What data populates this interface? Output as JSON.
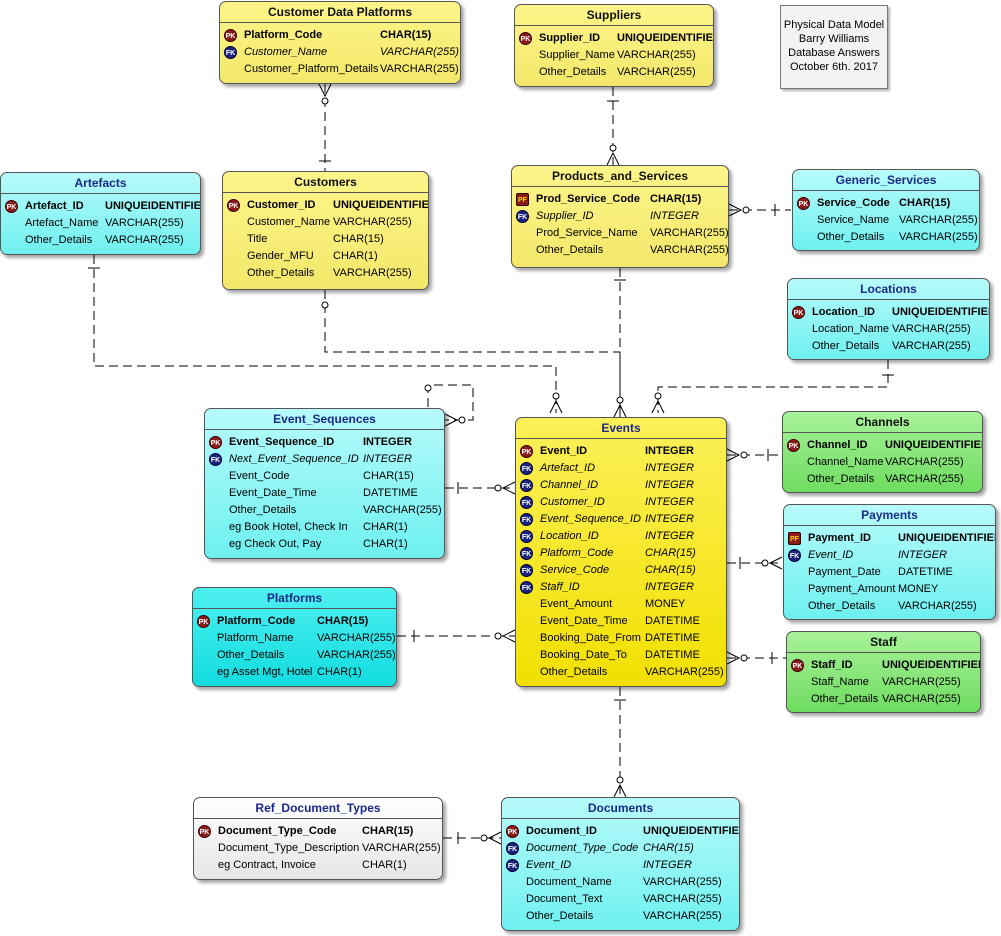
{
  "note": {
    "lines": [
      "Physical Data Model",
      "Barry Williams",
      "Database Answers",
      "October 6th. 2017"
    ]
  },
  "entities": {
    "customer_data_platforms": {
      "title": "Customer Data Platforms",
      "attrs": [
        {
          "key": "PK",
          "name": "Platform_Code",
          "type": "CHAR(15)"
        },
        {
          "key": "FK",
          "name": "Customer_Name",
          "type": "VARCHAR(255)"
        },
        {
          "key": "",
          "name": "Customer_Platform_Details",
          "type": "VARCHAR(255)"
        }
      ]
    },
    "suppliers": {
      "title": "Suppliers",
      "attrs": [
        {
          "key": "PK",
          "name": "Supplier_ID",
          "type": "UNIQUEIDENTIFIER"
        },
        {
          "key": "",
          "name": "Supplier_Name",
          "type": "VARCHAR(255)"
        },
        {
          "key": "",
          "name": "Other_Details",
          "type": "VARCHAR(255)"
        }
      ]
    },
    "artefacts": {
      "title": "Artefacts",
      "attrs": [
        {
          "key": "PK",
          "name": "Artefact_ID",
          "type": "UNIQUEIDENTIFIER"
        },
        {
          "key": "",
          "name": "Artefact_Name",
          "type": "VARCHAR(255)"
        },
        {
          "key": "",
          "name": "Other_Details",
          "type": "VARCHAR(255)"
        }
      ]
    },
    "customers": {
      "title": "Customers",
      "attrs": [
        {
          "key": "PK",
          "name": "Customer_ID",
          "type": "UNIQUEIDENTIFIER"
        },
        {
          "key": "",
          "name": "Customer_Name",
          "type": "VARCHAR(255)"
        },
        {
          "key": "",
          "name": "Title",
          "type": "CHAR(15)"
        },
        {
          "key": "",
          "name": "Gender_MFU",
          "type": "CHAR(1)"
        },
        {
          "key": "",
          "name": "Other_Details",
          "type": "VARCHAR(255)"
        }
      ]
    },
    "products_and_services": {
      "title": "Products_and_Services",
      "attrs": [
        {
          "key": "PF",
          "name": "Prod_Service_Code",
          "type": "CHAR(15)"
        },
        {
          "key": "FK",
          "name": "Supplier_ID",
          "type": "INTEGER"
        },
        {
          "key": "",
          "name": "Prod_Service_Name",
          "type": "VARCHAR(255)"
        },
        {
          "key": "",
          "name": "Other_Details",
          "type": "VARCHAR(255)"
        }
      ]
    },
    "generic_services": {
      "title": "Generic_Services",
      "attrs": [
        {
          "key": "PK",
          "name": "Service_Code",
          "type": "CHAR(15)"
        },
        {
          "key": "",
          "name": "Service_Name",
          "type": "VARCHAR(255)"
        },
        {
          "key": "",
          "name": "Other_Details",
          "type": "VARCHAR(255)"
        }
      ]
    },
    "locations": {
      "title": "Locations",
      "attrs": [
        {
          "key": "PK",
          "name": "Location_ID",
          "type": "UNIQUEIDENTIFIER"
        },
        {
          "key": "",
          "name": "Location_Name",
          "type": "VARCHAR(255)"
        },
        {
          "key": "",
          "name": "Other_Details",
          "type": "VARCHAR(255)"
        }
      ]
    },
    "event_sequences": {
      "title": "Event_Sequences",
      "attrs": [
        {
          "key": "PK",
          "name": "Event_Sequence_ID",
          "type": "INTEGER"
        },
        {
          "key": "FK",
          "name": "Next_Event_Sequence_ID",
          "type": "INTEGER"
        },
        {
          "key": "",
          "name": "Event_Code",
          "type": "CHAR(15)"
        },
        {
          "key": "",
          "name": "Event_Date_Time",
          "type": "DATETIME"
        },
        {
          "key": "",
          "name": "Other_Details",
          "type": "VARCHAR(255)"
        },
        {
          "key": "",
          "name": "eg Book Hotel, Check In",
          "type": "CHAR(1)"
        },
        {
          "key": "",
          "name": "eg Check Out, Pay",
          "type": "CHAR(1)"
        }
      ]
    },
    "events": {
      "title": "Events",
      "attrs": [
        {
          "key": "PK",
          "name": "Event_ID",
          "type": "INTEGER"
        },
        {
          "key": "FK",
          "name": "Artefact_ID",
          "type": "INTEGER"
        },
        {
          "key": "FK",
          "name": "Channel_ID",
          "type": "INTEGER"
        },
        {
          "key": "FK",
          "name": "Customer_ID",
          "type": "INTEGER"
        },
        {
          "key": "FK",
          "name": "Event_Sequence_ID",
          "type": "INTEGER"
        },
        {
          "key": "FK",
          "name": "Location_ID",
          "type": "INTEGER"
        },
        {
          "key": "FK",
          "name": "Platform_Code",
          "type": "CHAR(15)"
        },
        {
          "key": "FK",
          "name": "Service_Code",
          "type": "CHAR(15)"
        },
        {
          "key": "FK",
          "name": "Staff_ID",
          "type": "INTEGER"
        },
        {
          "key": "",
          "name": "Event_Amount",
          "type": "MONEY"
        },
        {
          "key": "",
          "name": "Event_Date_Time",
          "type": "DATETIME"
        },
        {
          "key": "",
          "name": "Booking_Date_From",
          "type": "DATETIME"
        },
        {
          "key": "",
          "name": "Booking_Date_To",
          "type": "DATETIME"
        },
        {
          "key": "",
          "name": "Other_Details",
          "type": "VARCHAR(255)"
        }
      ]
    },
    "channels": {
      "title": "Channels",
      "attrs": [
        {
          "key": "PK",
          "name": "Channel_ID",
          "type": "UNIQUEIDENTIFIER"
        },
        {
          "key": "",
          "name": "Channel_Name",
          "type": "VARCHAR(255)"
        },
        {
          "key": "",
          "name": "Other_Details",
          "type": "VARCHAR(255)"
        }
      ]
    },
    "payments": {
      "title": "Payments",
      "attrs": [
        {
          "key": "PF",
          "name": "Payment_ID",
          "type": "UNIQUEIDENTIFIER"
        },
        {
          "key": "FK",
          "name": "Event_ID",
          "type": "INTEGER"
        },
        {
          "key": "",
          "name": "Payment_Date",
          "type": "DATETIME"
        },
        {
          "key": "",
          "name": "Payment_Amount",
          "type": "MONEY"
        },
        {
          "key": "",
          "name": "Other_Details",
          "type": "VARCHAR(255)"
        }
      ]
    },
    "platforms": {
      "title": "Platforms",
      "attrs": [
        {
          "key": "PK",
          "name": "Platform_Code",
          "type": "CHAR(15)"
        },
        {
          "key": "",
          "name": "Platform_Name",
          "type": "VARCHAR(255)"
        },
        {
          "key": "",
          "name": "Other_Details",
          "type": "VARCHAR(255)"
        },
        {
          "key": "",
          "name": "eg Asset Mgt, Hotel",
          "type": "CHAR(1)"
        }
      ]
    },
    "staff": {
      "title": "Staff",
      "attrs": [
        {
          "key": "PK",
          "name": "Staff_ID",
          "type": "UNIQUEIDENTIFIER"
        },
        {
          "key": "",
          "name": "Staff_Name",
          "type": "VARCHAR(255)"
        },
        {
          "key": "",
          "name": "Other_Details",
          "type": "VARCHAR(255)"
        }
      ]
    },
    "ref_document_types": {
      "title": "Ref_Document_Types",
      "attrs": [
        {
          "key": "PK",
          "name": "Document_Type_Code",
          "type": "CHAR(15)"
        },
        {
          "key": "",
          "name": "Document_Type_Description",
          "type": "VARCHAR(255)"
        },
        {
          "key": "",
          "name": "eg Contract, Invoice",
          "type": "CHAR(1)"
        }
      ]
    },
    "documents": {
      "title": "Documents",
      "attrs": [
        {
          "key": "PK",
          "name": "Document_ID",
          "type": "UNIQUEIDENTIFIER"
        },
        {
          "key": "FK",
          "name": "Document_Type_Code",
          "type": "CHAR(15)"
        },
        {
          "key": "FK",
          "name": "Event_ID",
          "type": "INTEGER"
        },
        {
          "key": "",
          "name": "Document_Name",
          "type": "VARCHAR(255)"
        },
        {
          "key": "",
          "name": "Document_Text",
          "type": "VARCHAR(255)"
        },
        {
          "key": "",
          "name": "Other_Details",
          "type": "VARCHAR(255)"
        }
      ]
    }
  }
}
